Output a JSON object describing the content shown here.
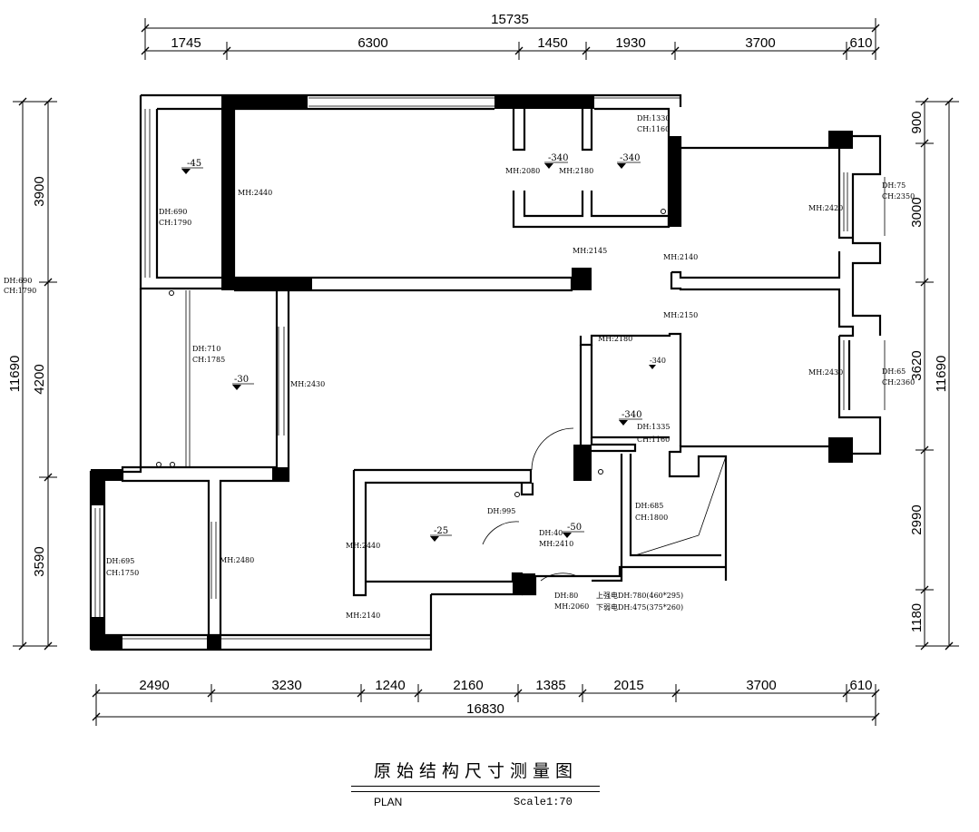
{
  "title_cn": "原始结构尺寸测量图",
  "plan_label": "PLAN",
  "scale_label": "Scale1:70",
  "dims": {
    "top_total": "15735",
    "top": [
      "1745",
      "6300",
      "1450",
      "1930",
      "3700",
      "610"
    ],
    "bottom_total": "16830",
    "bottom": [
      "2490",
      "3230",
      "1240",
      "2160",
      "1385",
      "2015",
      "3700",
      "610"
    ],
    "left_total": "11690",
    "left": [
      "3900",
      "4200",
      "3590"
    ],
    "right_total": "11690",
    "right": [
      "900",
      "3000",
      "3620",
      "2990",
      "1180"
    ]
  },
  "levels": [
    "-45",
    "-30",
    "-340",
    "-340",
    "-340",
    "-340",
    "-25",
    "-50"
  ],
  "notes": {
    "n1": "DH:690",
    "n2": "CH:1790",
    "n3": "DH:690",
    "n4": "CH:1790",
    "n5": "MH:2440",
    "n6": "DH:1330",
    "n7": "CH:1160",
    "n8": "MH:2080",
    "n9": "MH:2180",
    "n10": "DH:75",
    "n11": "CH:2350",
    "n12": "MH:2420",
    "n13": "MH:2145",
    "n14": "MH:2140",
    "n15": "MH:2150",
    "n16": "DH:710",
    "n17": "CH:1785",
    "n18": "MH:2430",
    "n19": "MH:2180",
    "n20": "MH:2430",
    "n21": "DH:65",
    "n22": "CH:2360",
    "n23": "DH:1335",
    "n24": "CH:1160",
    "n25": "DH:995",
    "n26": "DH:40",
    "n27": "MH:2410",
    "n28": "DH:685",
    "n29": "CH:1800",
    "n30": "DH:695",
    "n31": "CH:1750",
    "n32": "MH:2480",
    "n33": "MH:2440",
    "n34": "MH:2140",
    "n35": "DH:80",
    "n36": "MH:2060",
    "n37": "上强电DH:780(460*295)",
    "n38": "下弱电DH:475(375*260)",
    "n39": "-340"
  }
}
